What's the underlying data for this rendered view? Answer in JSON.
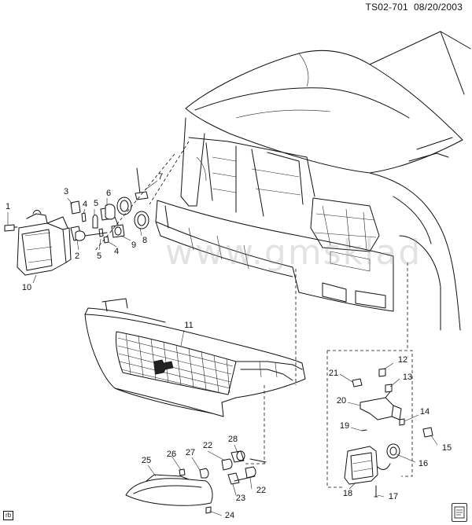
{
  "header": {
    "code": "TS02-701",
    "date": "08/20/2003"
  },
  "corner_tag": "rb",
  "watermark": "www.gmsklad",
  "callouts": [
    "1",
    "2",
    "3",
    "4",
    "5",
    "6",
    "7",
    "8",
    "9",
    "10",
    "11",
    "12",
    "13",
    "14",
    "15",
    "16",
    "17",
    "18",
    "19",
    "20",
    "21",
    "22",
    "22",
    "23",
    "24",
    "25",
    "26",
    "27",
    "28"
  ]
}
